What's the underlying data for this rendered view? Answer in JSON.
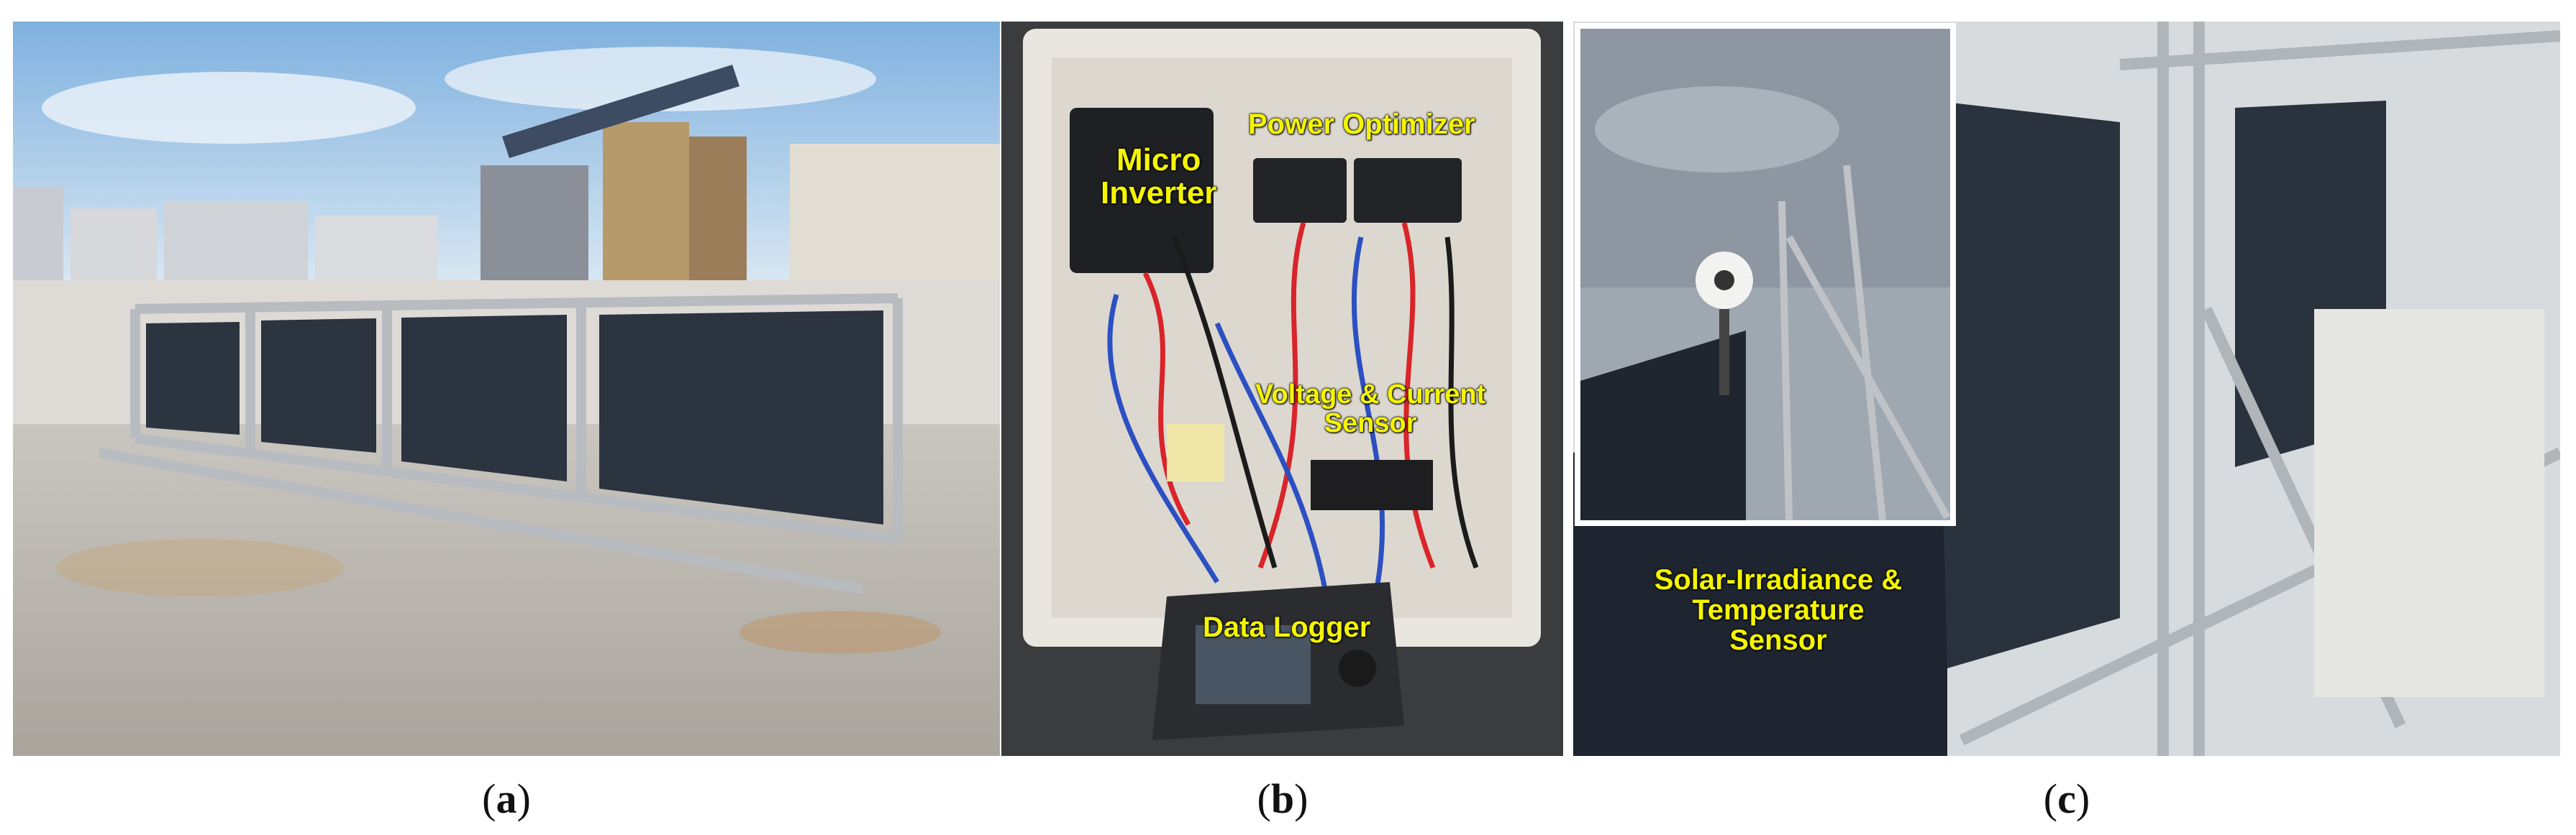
{
  "figure": {
    "captions": {
      "a": {
        "open": "(",
        "letter": "a",
        "close": ")"
      },
      "b": {
        "open": "(",
        "letter": "b",
        "close": ")"
      },
      "c": {
        "open": "(",
        "letter": "c",
        "close": ")"
      }
    },
    "labels": {
      "micro_inverter_line1": "Micro",
      "micro_inverter_line2": "Inverter",
      "power_optimizer": "Power Optimizer",
      "voltage_current_line1": "Voltage & Current",
      "voltage_current_line2": "Sensor",
      "data_logger": "Data Logger",
      "solar_line1": "Solar-Irradiance &",
      "solar_line2": "Temperature",
      "solar_line3": "Sensor"
    },
    "colors": {
      "label_yellow": "#f5f500",
      "panel_dark": "#2c3440",
      "aluminum": "#b8bcc0",
      "sky": "#9cc3e6",
      "roof": "#b9b6b0",
      "wire_red": "#d9242a",
      "wire_blue": "#2c4fc2"
    }
  }
}
